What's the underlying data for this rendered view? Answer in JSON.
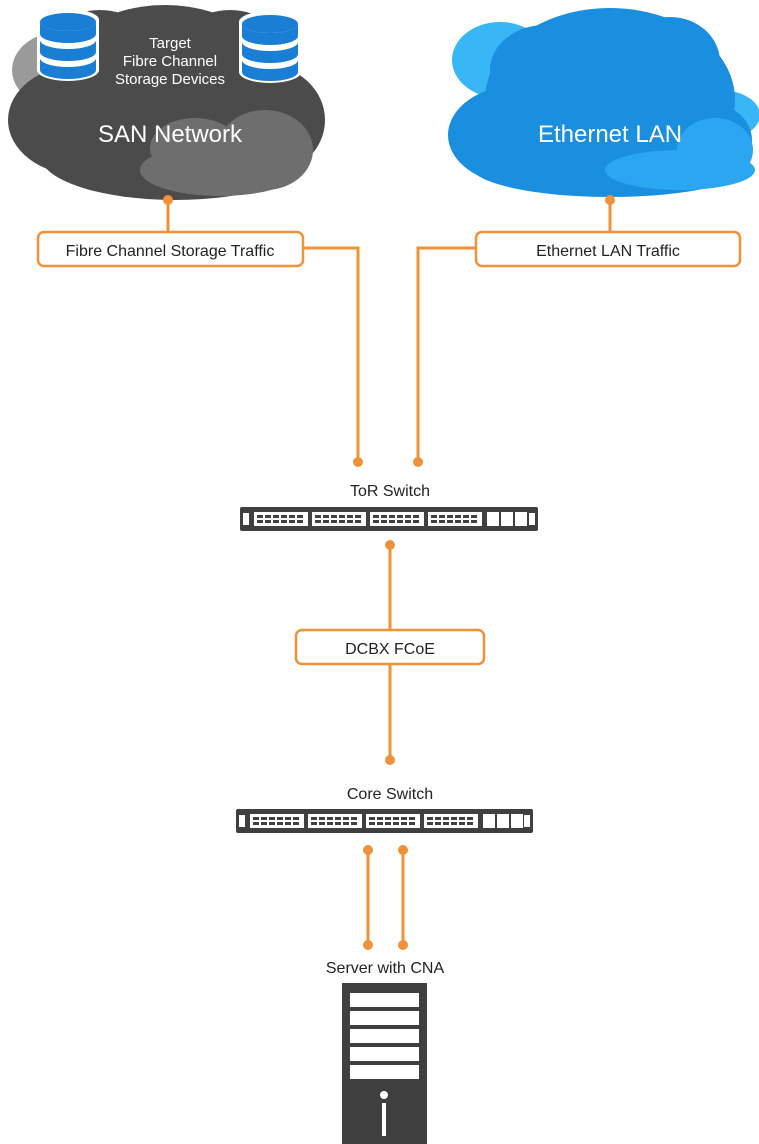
{
  "san_cloud": {
    "title": "SAN Network",
    "storage_lines": [
      "Target",
      "Fibre Channel",
      "Storage Devices"
    ]
  },
  "lan_cloud": {
    "title": "Ethernet LAN"
  },
  "labels": {
    "fc_traffic": "Fibre Channel Storage Traffic",
    "lan_traffic": "Ethernet LAN Traffic",
    "dcbx": "DCBX FCoE"
  },
  "devices": {
    "tor_switch": "ToR Switch",
    "core_switch": "Core Switch",
    "server": "Server with CNA"
  },
  "colors": {
    "connector": "#f0923a",
    "label_border": "#f0923a",
    "san_cloud_dark": "#4a4a4a",
    "san_cloud_mid": "#6b6b6b",
    "lan_cloud": "#1a8fe0",
    "lan_cloud_light": "#39b6f5",
    "storage_blue": "#1a7fd4",
    "device_gray": "#3f3f3f"
  }
}
